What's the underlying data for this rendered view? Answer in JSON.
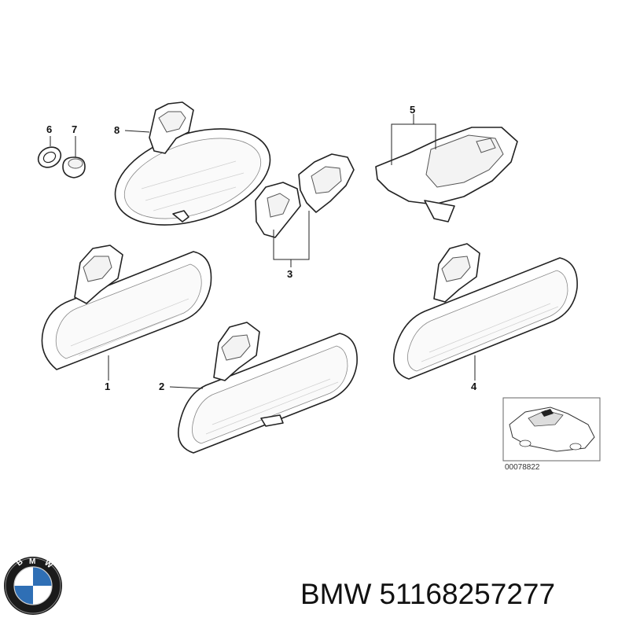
{
  "callouts": {
    "c1": "1",
    "c2": "2",
    "c3": "3",
    "c4": "4",
    "c5": "5",
    "c6": "6",
    "c7": "7",
    "c8": "8"
  },
  "inset": {
    "code": "00078822"
  },
  "footer": {
    "brand": "BMW",
    "part_number": "51168257277"
  },
  "logo": {
    "text": "BMW",
    "colors": {
      "blue": "#2f6fb5",
      "white": "#ffffff",
      "ring": "#1a1a1a"
    }
  }
}
